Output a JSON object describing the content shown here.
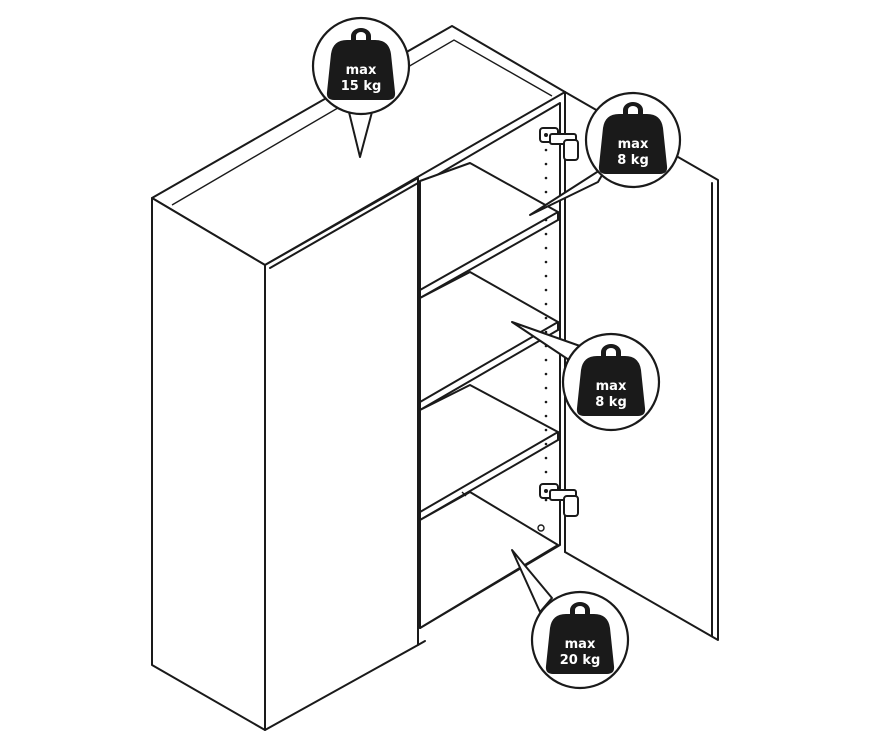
{
  "colors": {
    "stroke": "#1a1a1a",
    "background": "#ffffff",
    "weight_fill": "#1a1a1a",
    "weight_text": "#ffffff"
  },
  "load_badges": [
    {
      "id": "top",
      "line1": "max",
      "line2": "15 kg",
      "icon": "weight-icon"
    },
    {
      "id": "shelf-upper",
      "line1": "max",
      "line2": "8 kg",
      "icon": "weight-icon"
    },
    {
      "id": "shelf-middle",
      "line1": "max",
      "line2": "8 kg",
      "icon": "weight-icon"
    },
    {
      "id": "bottom",
      "line1": "max",
      "line2": "20 kg",
      "icon": "weight-icon"
    }
  ]
}
